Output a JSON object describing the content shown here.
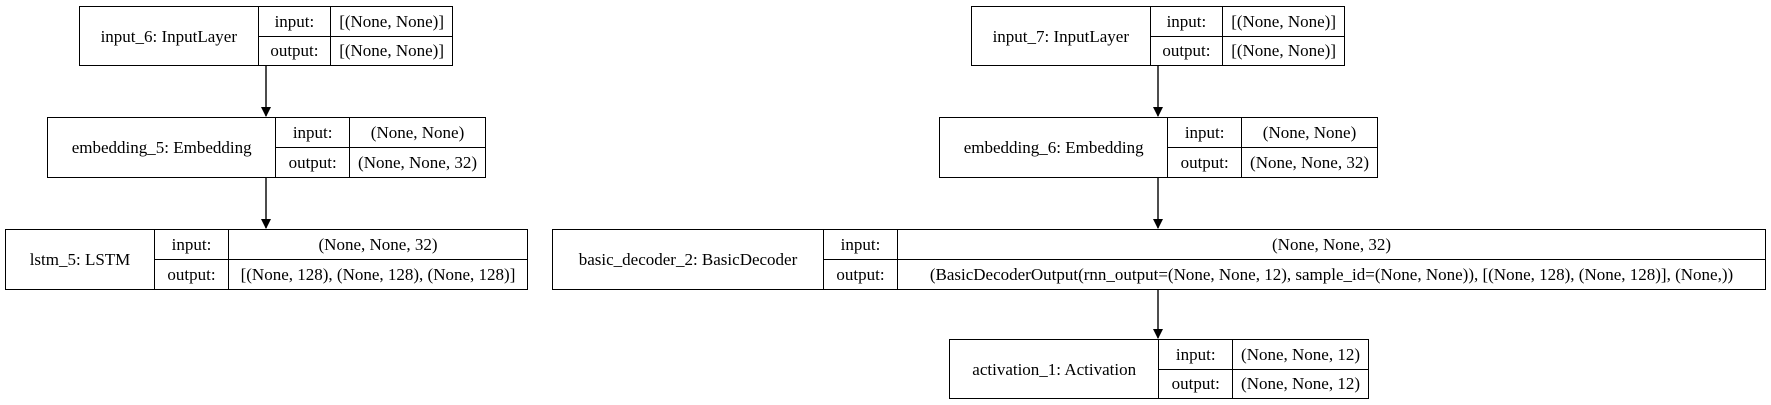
{
  "labels": {
    "input": "input:",
    "output": "output:"
  },
  "nodes": {
    "input_6": {
      "name": "input_6: InputLayer",
      "input": "[(None, None)]",
      "output": "[(None, None)]"
    },
    "embedding_5": {
      "name": "embedding_5: Embedding",
      "input": "(None, None)",
      "output": "(None, None, 32)"
    },
    "lstm_5": {
      "name": "lstm_5: LSTM",
      "input": "(None, None, 32)",
      "output": "[(None, 128), (None, 128), (None, 128)]"
    },
    "input_7": {
      "name": "input_7: InputLayer",
      "input": "[(None, None)]",
      "output": "[(None, None)]"
    },
    "embedding_6": {
      "name": "embedding_6: Embedding",
      "input": "(None, None)",
      "output": "(None, None, 32)"
    },
    "basic_decoder_2": {
      "name": "basic_decoder_2: BasicDecoder",
      "input": "(None, None, 32)",
      "output": "(BasicDecoderOutput(rnn_output=(None, None, 12), sample_id=(None, None)), [(None, 128), (None, 128)], (None,))"
    },
    "activation_1": {
      "name": "activation_1: Activation",
      "input": "(None, None, 12)",
      "output": "(None, None, 12)"
    }
  }
}
